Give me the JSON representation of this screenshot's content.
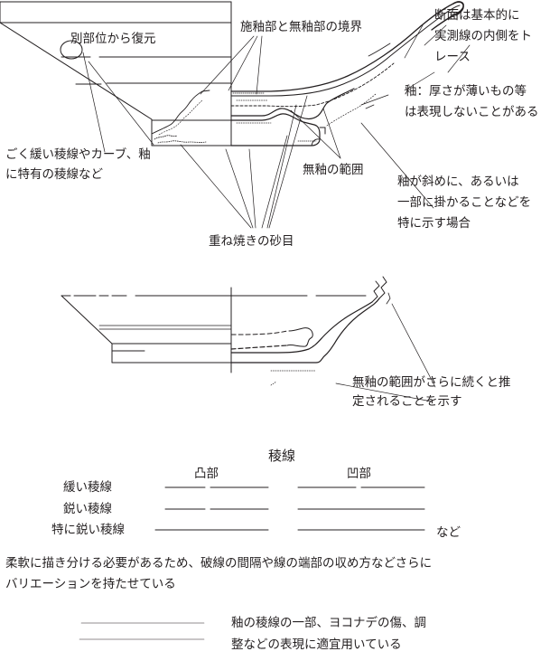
{
  "upper_diagram": {
    "label_restored": "別部位から復元",
    "label_glaze_boundary": "施釉部と無釉部の境界",
    "label_section_line1": "断面は基本的に",
    "label_section_line2": "実測線の内側をト",
    "label_section_line3": "レース",
    "label_thin_glaze_line1": "釉：厚さが薄いもの等",
    "label_thin_glaze_line2": "は表現しないことがある",
    "label_ridge_line1": "ごく緩い稜線やカーブ、釉",
    "label_ridge_line2": "に特有の稜線など",
    "label_unglazed_area": "無釉の範囲",
    "label_diagonal_line1": "釉が斜めに、あるいは",
    "label_diagonal_line2": "一部に掛かることなどを",
    "label_diagonal_line3": "特に示す場合",
    "label_sand_marks": "重ね焼きの砂目"
  },
  "lower_diagram": {
    "label_unglazed_continue_line1": "無釉の範囲がさらに続くと推",
    "label_unglazed_continue_line2": "定されることを示す"
  },
  "ridge_legend": {
    "title": "稜線",
    "col_convex": "凸部",
    "col_concave": "凹部",
    "row_gentle": "緩い稜線",
    "row_sharp": "鋭い稜線",
    "row_very_sharp": "特に鋭い稜線",
    "suffix_etc": "など"
  },
  "note_flexible_line1": "柔軟に描き分ける必要があるため、破線の間隔や線の端部の収め方などさらに",
  "note_flexible_line2": "バリエーションを持たせている",
  "bottom_legend": {
    "desc_line1": "釉の稜線の一部、ヨコナデの傷、調",
    "desc_line2": "整などの表現に適宜用いている"
  }
}
